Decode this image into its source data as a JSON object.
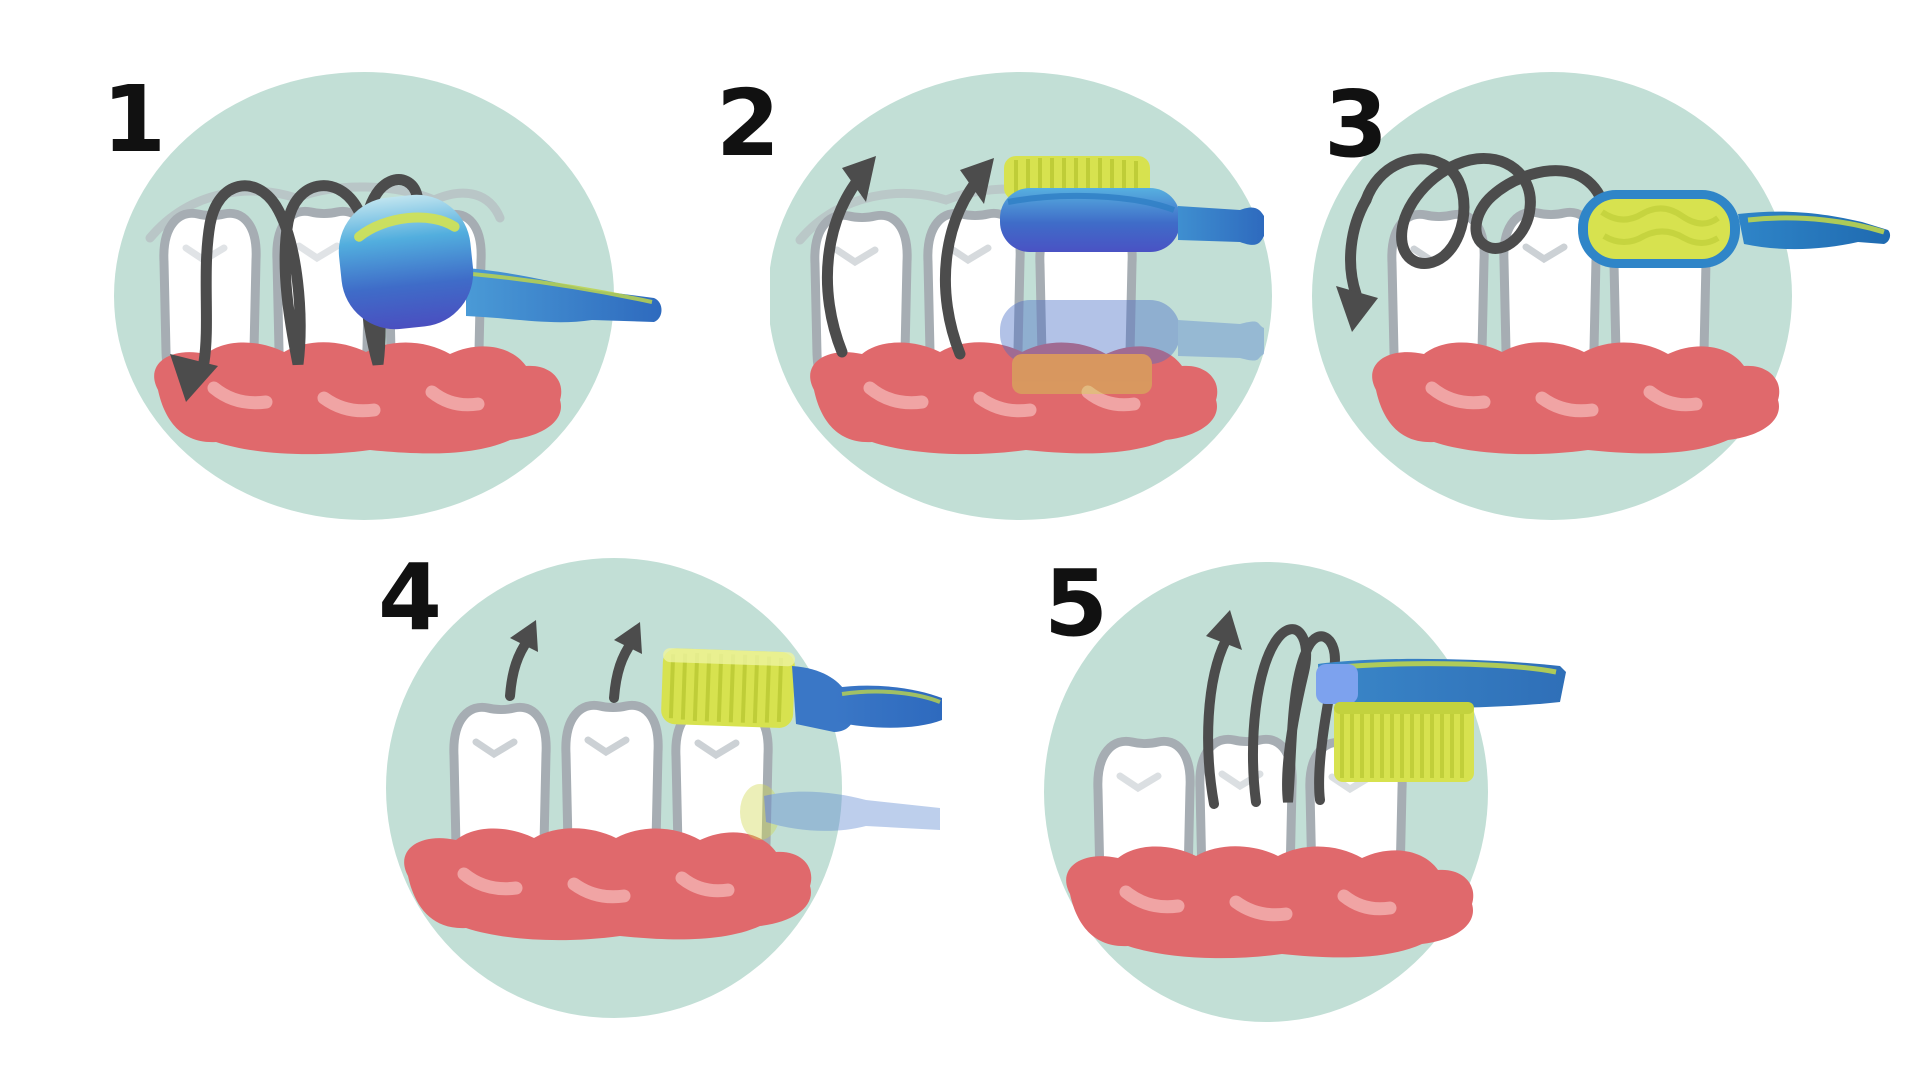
{
  "diagram": {
    "type": "instructional-diagram",
    "subject": "tooth-brushing technique, 5 steps",
    "steps": [
      {
        "number": "1",
        "motion": "spiral-coil-arrow-down",
        "tool": "toothbrush-back-view"
      },
      {
        "number": "2",
        "motion": "two-curved-arrows-up",
        "tool": "toothbrush-side-with-ghost"
      },
      {
        "number": "3",
        "motion": "looping-arcs-arrow-down",
        "tool": "toothbrush-on-chewing-surface"
      },
      {
        "number": "4",
        "motion": "two-flick-arrows-up",
        "tool": "toothbrush-bristles-down-with-ghost"
      },
      {
        "number": "5",
        "motion": "vertical-loops-arrow-up",
        "tool": "toothbrush-bristles-down"
      }
    ],
    "palette": {
      "circle_mint": "#c2dfd6",
      "gum_pink": "#e0696c",
      "gum_highlight": "#f0a4a4",
      "tooth_white": "#ffffff",
      "tooth_outline": "#a6adb3",
      "tooth_groove": "#ccd1d5",
      "arrow_gray": "#4c4c4c",
      "brush_blue": "#3e8fd0",
      "brush_deep_blue": "#4a52c4",
      "brush_handle_blue": "#2f7cc2",
      "bristle_yellow": "#d7e24f",
      "bristle_stripe": "#b5c52f",
      "number_black": "#111111"
    }
  }
}
